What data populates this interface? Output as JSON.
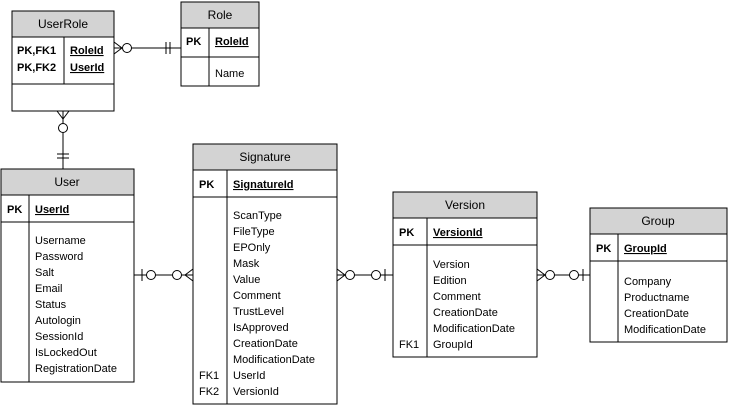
{
  "entities": {
    "userrole": {
      "title": "UserRole",
      "key_labels": [
        "PK,FK1",
        "PK,FK2"
      ],
      "key_fields": [
        "RoleId",
        "UserId"
      ]
    },
    "role": {
      "title": "Role",
      "pk_label": "PK",
      "pk_field": "RoleId",
      "fields": [
        "Name"
      ]
    },
    "user": {
      "title": "User",
      "pk_label": "PK",
      "pk_field": "UserId",
      "fields": [
        "Username",
        "Password",
        "Salt",
        "Email",
        "Status",
        "Autologin",
        "SessionId",
        "IsLockedOut",
        "RegistrationDate"
      ]
    },
    "signature": {
      "title": "Signature",
      "pk_label": "PK",
      "pk_field": "SignatureId",
      "fields": [
        "ScanType",
        "FileType",
        "EPOnly",
        "Mask",
        "Value",
        "Comment",
        "TrustLevel",
        "IsApproved",
        "CreationDate",
        "ModificationDate",
        "UserId",
        "VersionId"
      ],
      "fk_labels": [
        "FK1",
        "FK2"
      ]
    },
    "version": {
      "title": "Version",
      "pk_label": "PK",
      "pk_field": "VersionId",
      "fields": [
        "Version",
        "Edition",
        "Comment",
        "CreationDate",
        "ModificationDate",
        "GroupId"
      ],
      "fk_labels": [
        "FK1"
      ]
    },
    "group": {
      "title": "Group",
      "pk_label": "PK",
      "pk_field": "GroupId",
      "fields": [
        "Company",
        "Productname",
        "CreationDate",
        "ModificationDate"
      ]
    }
  }
}
